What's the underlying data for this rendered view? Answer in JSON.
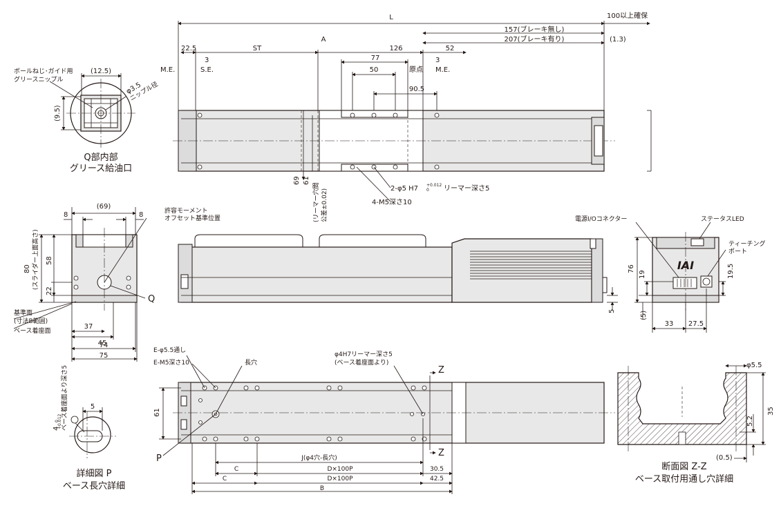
{
  "labels": {
    "L": "L",
    "hoshou": "100以上確保",
    "brake_none": "157(ブレーキ無し)",
    "brake_with": "207(ブレーキ有り)",
    "d_22_5": "22.5",
    "ST": "ST",
    "A": "A",
    "d_126": "126",
    "d_52": "52",
    "d_1_3": "(1.3)",
    "d_3a": "3",
    "d_3b": "3",
    "ME_left": "M.E.",
    "SE": "S.E.",
    "genten": "原点",
    "ME_right": "M.E.",
    "d_77": "77",
    "d_50": "50",
    "d_90_5": "90.5",
    "d_69_v": "69",
    "d_61_v": "61",
    "reamer_pitch": "(リーマー穴間",
    "reamer_tol": "公差±0.02)",
    "pin_hole": "2-φ5 H7",
    "pin_tol_up": "+0.012",
    "pin_tol_lo": "0",
    "pin_depth": "リーマー深さ5",
    "m5": "4-M5深さ10",
    "nipple_title": "ボールねじ･ガイド用",
    "nipple_title2": "グリースニップル",
    "d_12_5": "(12.5)",
    "d_9_5": "(9.5)",
    "phi35": "φ3.5",
    "nipple_dia": "ニップル径",
    "q_caption1": "Q部内部",
    "q_caption2": "グリース給油口",
    "d_69_top": "(69)",
    "d_8a": "8",
    "d_8b": "8",
    "moment1": "許容モーメント",
    "moment2": "オフセット基準位置",
    "d_80": "80",
    "slider_top": "(スライダー上面高さ)",
    "d_58": "58",
    "d_22": "22",
    "Q": "Q",
    "kijun": "基準面",
    "sunpo_b": "(寸法B範囲)",
    "base_face": "ベース着座面",
    "d_37": "37",
    "d_45": "45",
    "d_74": "74",
    "d_75": "75",
    "power_io": "電源I/Oコネクター",
    "status_led": "ステータスLED",
    "teaching1": "ティーチング",
    "teaching2": "ポート",
    "iai": "IAI",
    "d_76": "76",
    "d_19": "19",
    "d_19_5": "19.5",
    "d_5_r": "(5)",
    "d_33": "33",
    "d_27_5": "27.5",
    "d_5_side": "5",
    "thru_holes": "E-φ5.5通し",
    "m5_base": "E-M5深さ10",
    "nagaana": "長穴",
    "phi4": "φ4H7リーマー深さ5",
    "phi4_sub": "(ベース着座面より)",
    "Z_top": "Z",
    "Z_bot": "Z",
    "d_61_b": "61",
    "P": "P",
    "J": "J(φ4穴-長穴)",
    "C1": "C",
    "Dx100a": "D×100P",
    "d_30_5": "30.5",
    "C2": "C",
    "Dx100b": "D×100P",
    "d_42_5": "42.5",
    "B": "B",
    "det_5": "5",
    "det_4": "4",
    "det_tol_up": "+0.012",
    "det_tol_lo": "0",
    "det_depth": "ベース着座面より深さ5",
    "det_caption1": "詳細図 P",
    "det_caption2": "ベース長穴詳細",
    "phi55": "φ5.5",
    "d_35": "35",
    "d_5_2": "5.2",
    "d_0_5": "(0.5)",
    "sec_caption1": "断面図 Z-Z",
    "sec_caption2": "ベース取付用通し穴詳細"
  }
}
